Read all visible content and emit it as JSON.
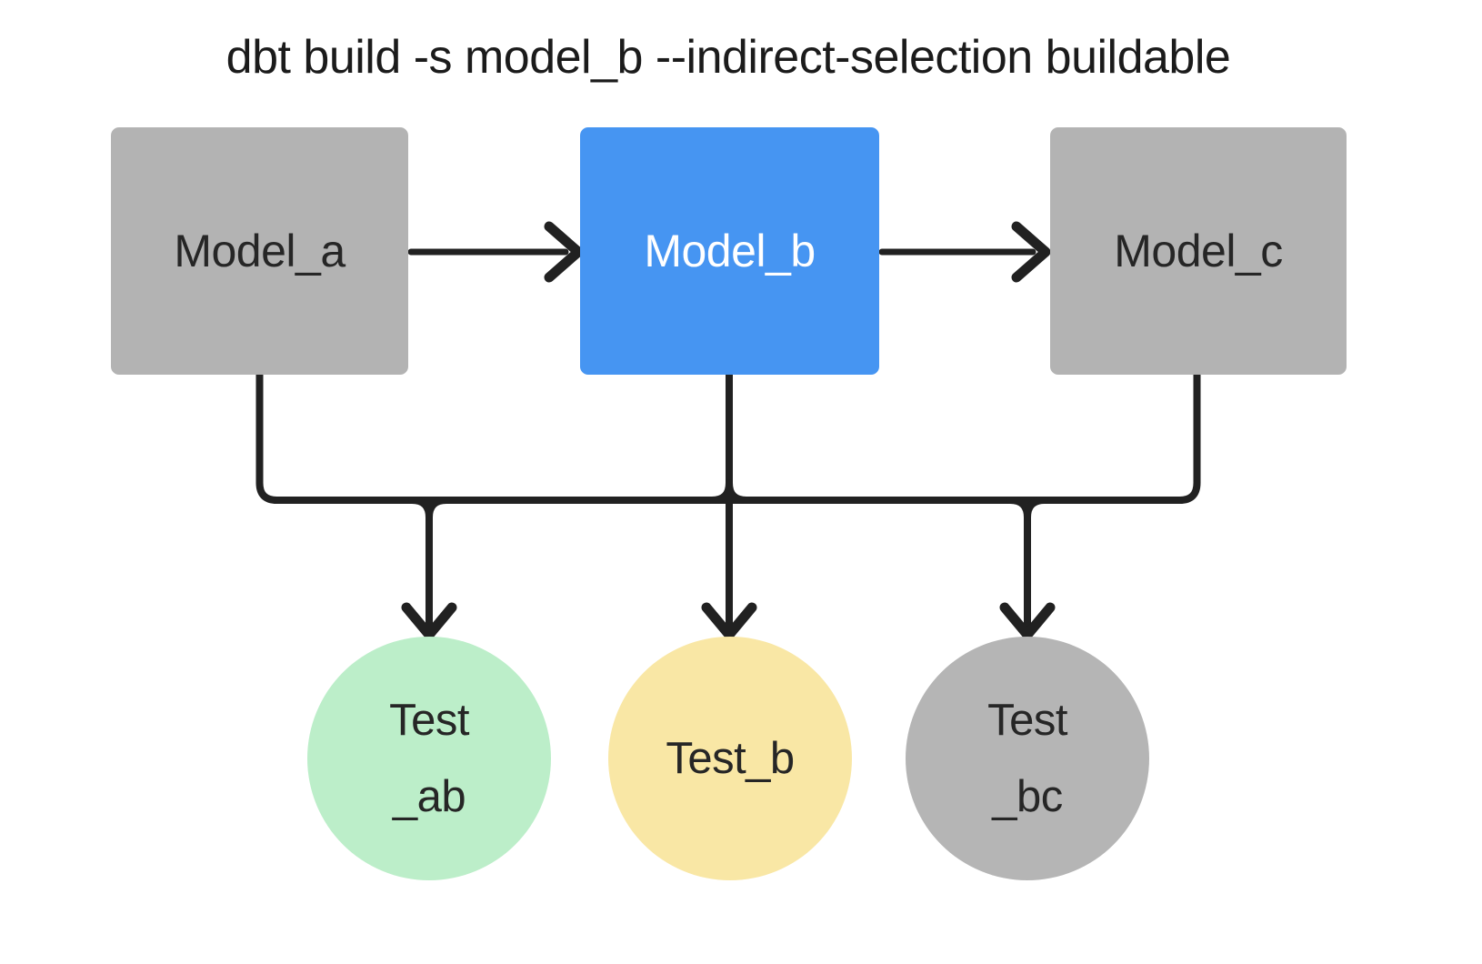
{
  "title": "dbt build -s model_b --indirect-selection buildable",
  "colors": {
    "background": "#FFFFFF",
    "edge": "#212121",
    "title_text": "#1B1B1B",
    "model_default_fill": "#B3B3B3",
    "model_selected_fill": "#4695F2",
    "model_default_text": "#262626",
    "model_selected_text": "#FFFFFF",
    "test_ab_fill": "#BCEEC9",
    "test_b_fill": "#F9E7A5",
    "test_bc_fill": "#B5B5B5",
    "test_text": "#262626"
  },
  "nodes": {
    "model_a": {
      "label": "Model_a",
      "type": "model"
    },
    "model_b": {
      "label": "Model_b",
      "type": "model-selected"
    },
    "model_c": {
      "label": "Model_c",
      "type": "model"
    },
    "test_ab": {
      "line1": "Test",
      "line2": "_ab",
      "type": "test"
    },
    "test_b": {
      "line1": "Test_b",
      "type": "test"
    },
    "test_bc": {
      "line1": "Test",
      "line2": "_bc",
      "type": "test"
    }
  },
  "edges": [
    {
      "from": "model_a",
      "to": "model_b"
    },
    {
      "from": "model_b",
      "to": "model_c"
    },
    {
      "from": "model_a",
      "to": "test_ab"
    },
    {
      "from": "model_b",
      "to": "test_ab"
    },
    {
      "from": "model_b",
      "to": "test_b"
    },
    {
      "from": "model_b",
      "to": "test_bc"
    },
    {
      "from": "model_c",
      "to": "test_bc"
    }
  ]
}
